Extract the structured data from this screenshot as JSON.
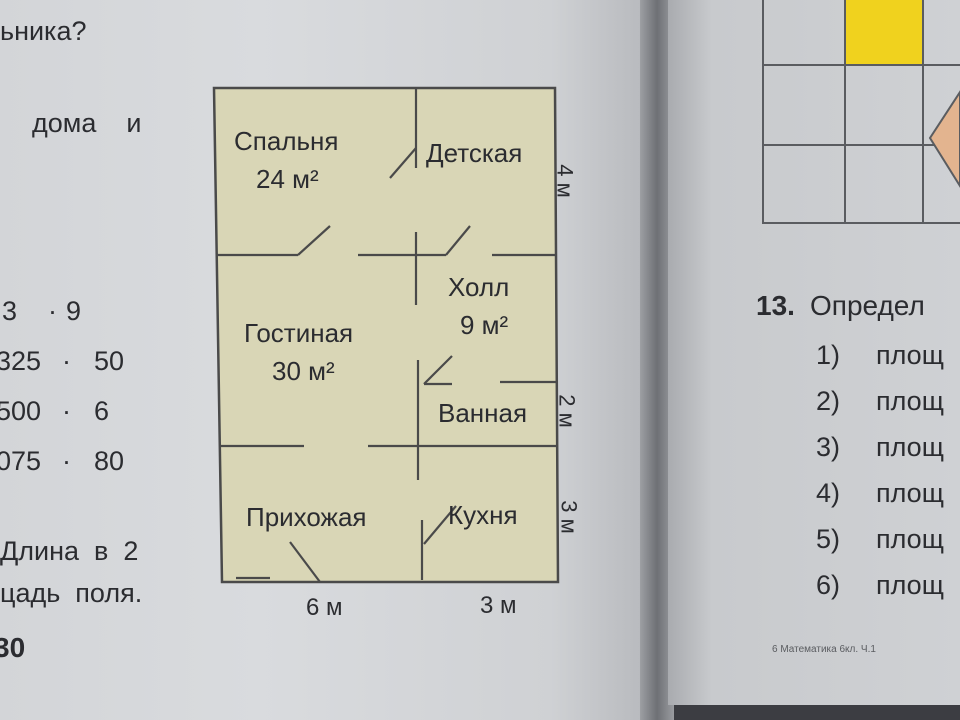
{
  "left_page": {
    "fragments": {
      "question_end": "ьника?",
      "line_house": "дома    и",
      "length_in": "Длина  в  2",
      "area_field": "цадь  поля.",
      "page_number": "30"
    },
    "math_rows": [
      {
        "a": "3",
        "op": "·",
        "b": "9"
      },
      {
        "a": "325",
        "op": "·",
        "b": "50"
      },
      {
        "a": "500",
        "op": "·",
        "b": "6"
      },
      {
        "a": "075",
        "op": "·",
        "b": "80"
      }
    ]
  },
  "floor_plan": {
    "rooms": {
      "bedroom": {
        "name": "Спальня",
        "area": "24 м²"
      },
      "kids_room": {
        "name": "Детская"
      },
      "hall": {
        "name": "Холл",
        "area": "9 м²"
      },
      "living_room": {
        "name": "Гостиная",
        "area": "30 м²"
      },
      "bathroom": {
        "name": "Ванная"
      },
      "entrance": {
        "name": "Прихожая"
      },
      "kitchen": {
        "name": "Кухня"
      }
    },
    "dimensions": {
      "right_top": "4 м",
      "right_middle": "2 м",
      "right_bottom": "3 м",
      "bottom_left": "6 м",
      "bottom_right": "3 м"
    },
    "colors": {
      "fill": "#d9d6b6",
      "wall": "#4a4a4a"
    }
  },
  "right_page": {
    "task_number": "13.",
    "task_title": "Определ",
    "items": [
      {
        "num": "1)",
        "text": "площ"
      },
      {
        "num": "2)",
        "text": "площ"
      },
      {
        "num": "3)",
        "text": "площ"
      },
      {
        "num": "4)",
        "text": "площ"
      },
      {
        "num": "5)",
        "text": "площ"
      },
      {
        "num": "6)",
        "text": "площ"
      }
    ],
    "footer": "6 Математика 6кл. Ч.1",
    "highlight_color": "#f0d21e"
  }
}
